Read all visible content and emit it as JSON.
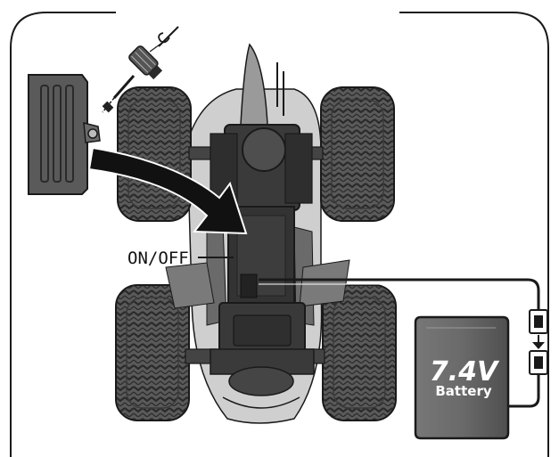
{
  "labels": {
    "switch": "ON/OFF",
    "battery_voltage": "7.4V",
    "battery_name": "Battery"
  },
  "parts": [
    "screwdriver-icon",
    "battery-cover",
    "insert-arrow",
    "rc-monster-truck",
    "battery-pack",
    "battery-connector"
  ],
  "colors": {
    "line": "#1a1a1a",
    "tire": "#555555",
    "body": "#3a3a3a",
    "battery": "#6e6e6e",
    "arrow": "#111111"
  }
}
